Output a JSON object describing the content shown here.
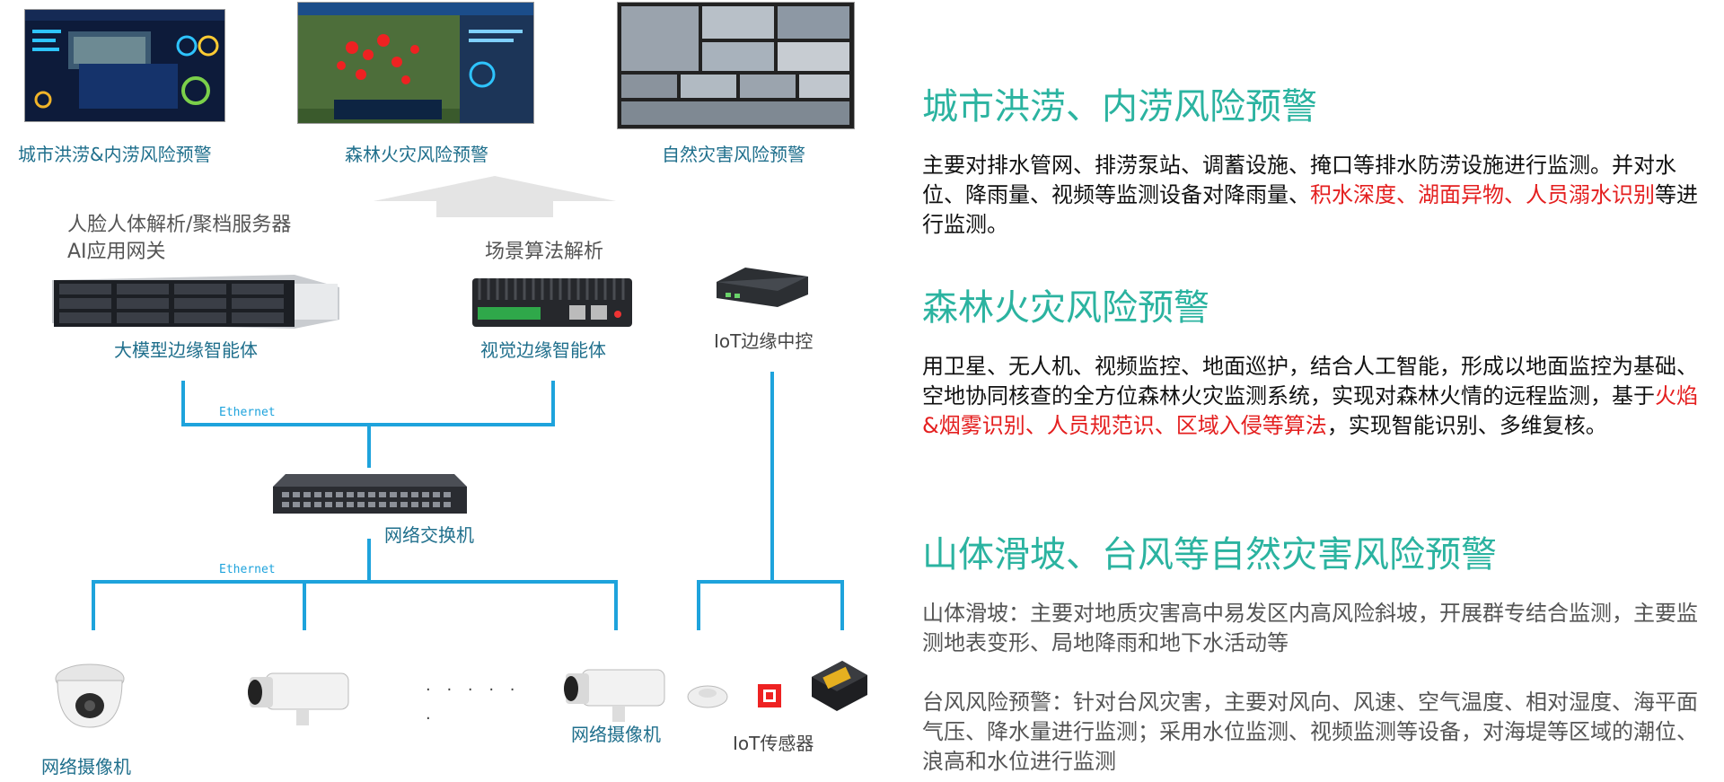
{
  "diagram": {
    "screens": [
      {
        "label": "城市洪涝&内涝风险预警"
      },
      {
        "label": "森林火灾风险预警"
      },
      {
        "label": "自然灾害风险预警"
      }
    ],
    "server_caption_line1": "人脸人体解析/聚档服务器",
    "server_caption_line2": "AI应用网关",
    "scene_caption": "场景算法解析",
    "big_model_label": "大模型边缘智能体",
    "vision_label": "视觉边缘智能体",
    "iot_controller_label": "IoT边缘中控",
    "ethernet_top": "Ethernet",
    "switch_label": "网络交换机",
    "ethernet_bottom": "Ethernet",
    "camera_label_left": "网络摄像机",
    "camera_label_right": "网络摄像机",
    "iot_sensor_label": "IoT传感器",
    "ellipsis": "· · · · ·",
    "ellipsis2": "·"
  },
  "sections": {
    "flood": {
      "title": "城市洪涝、内涝风险预警",
      "text_a": "主要对排水管网、排涝泵站、调蓄设施、掩口等排水防涝设施进行监测。并对水位、降雨量、视频等监测设备对降雨量、",
      "text_red": "积水深度、湖面异物、人员溺水识别",
      "text_b": "等进行监测。"
    },
    "forest": {
      "title": "森林火灾风险预警",
      "text_a": "用卫星、无人机、视频监控、地面巡护，结合人工智能，形成以地面监控为基础、空地协同核查的全方位森林火灾监测系统，实现对森林火情的远程监测，基于",
      "text_red": "火焰&烟雾识别、人员规范识、区域入侵等算法",
      "text_b": "，实现智能识别、多维复核。"
    },
    "disaster": {
      "title": "山体滑坡、台风等自然灾害风险预警",
      "landslide": "山体滑坡：主要对地质灾害高中易发区内高风险斜坡，开展群专结合监测，主要监测地表变形、局地降雨和地下水活动等",
      "typhoon": "台风风险预警：针对台风灾害，主要对风向、风速、空气温度、相对湿度、海平面气压、降水量进行监测；采用水位监测、视频监测等设备，对海堤等区域的潮位、浪高和水位进行监测"
    }
  },
  "colors": {
    "title_teal": "#2bb3a0",
    "label_blue": "#1f6f8c",
    "wire_blue": "#1ea3dc",
    "highlight_red": "#e41f1f"
  }
}
